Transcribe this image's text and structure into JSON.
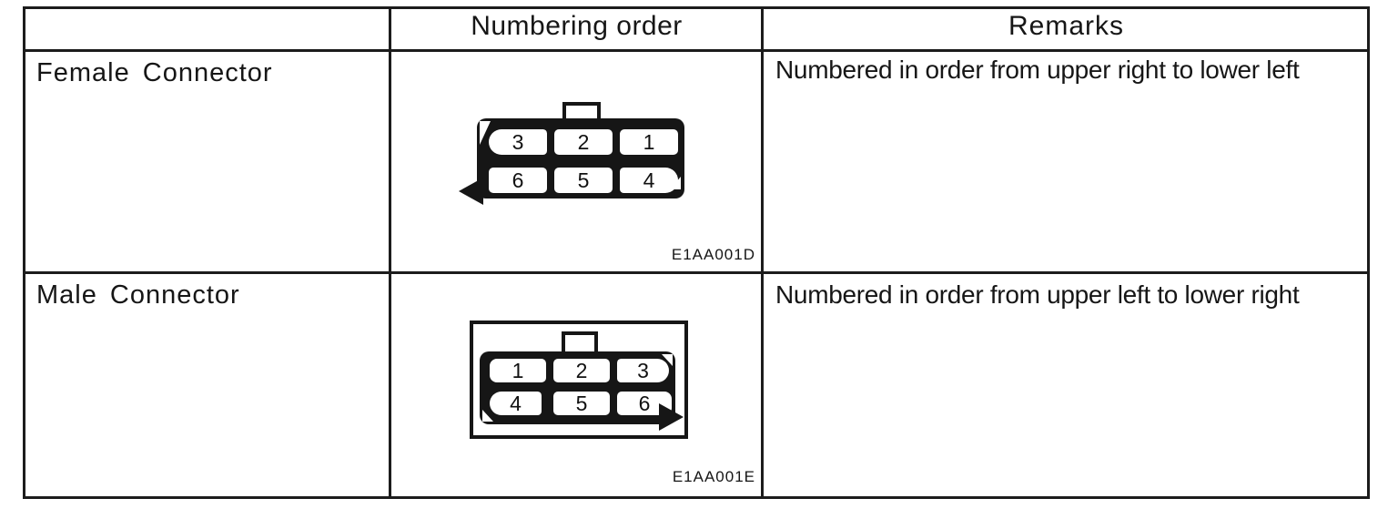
{
  "colors": {
    "ink": "#161616",
    "paper": "#ffffff"
  },
  "table": {
    "headers": {
      "numbering_order": "Numbering order",
      "remarks": "Remarks"
    },
    "rows": [
      {
        "label": "Female Connector",
        "remark": "Numbered in order from upper right to lower left",
        "figure_id": "E1AA001D",
        "arrow_points": "left",
        "pins_top": [
          "3",
          "2",
          "1"
        ],
        "pins_bottom": [
          "6",
          "5",
          "4"
        ]
      },
      {
        "label": "Male Connector",
        "remark": "Numbered in order from upper left to lower right",
        "figure_id": "E1AA001E",
        "arrow_points": "right",
        "pins_top": [
          "1",
          "2",
          "3"
        ],
        "pins_bottom": [
          "4",
          "5",
          "6"
        ]
      }
    ]
  }
}
